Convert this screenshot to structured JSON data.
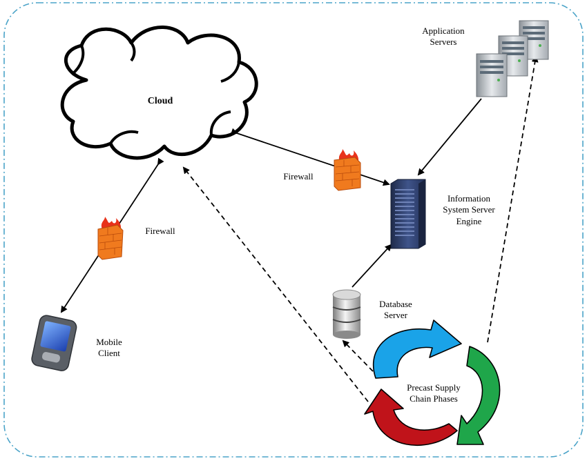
{
  "diagram": {
    "cloud_label": "Cloud",
    "firewall_top_label": "Firewall",
    "firewall_left_label": "Firewall",
    "application_servers_label": [
      "Application",
      "Servers"
    ],
    "information_server_label": [
      "Information",
      "System Server",
      "Engine"
    ],
    "database_server_label": [
      "Database",
      "Server"
    ],
    "mobile_client_label": [
      "Mobile",
      "Client"
    ],
    "cycle_label": [
      "Precast Supply",
      "Chain Phases"
    ]
  },
  "colors": {
    "border": "#4aa3c8",
    "cycle_blue": "#1aa3e8",
    "cycle_green": "#1fa64a",
    "cycle_red": "#c0131a",
    "server_navy": "#2e3e66",
    "firewall_orange": "#f07a1e"
  }
}
